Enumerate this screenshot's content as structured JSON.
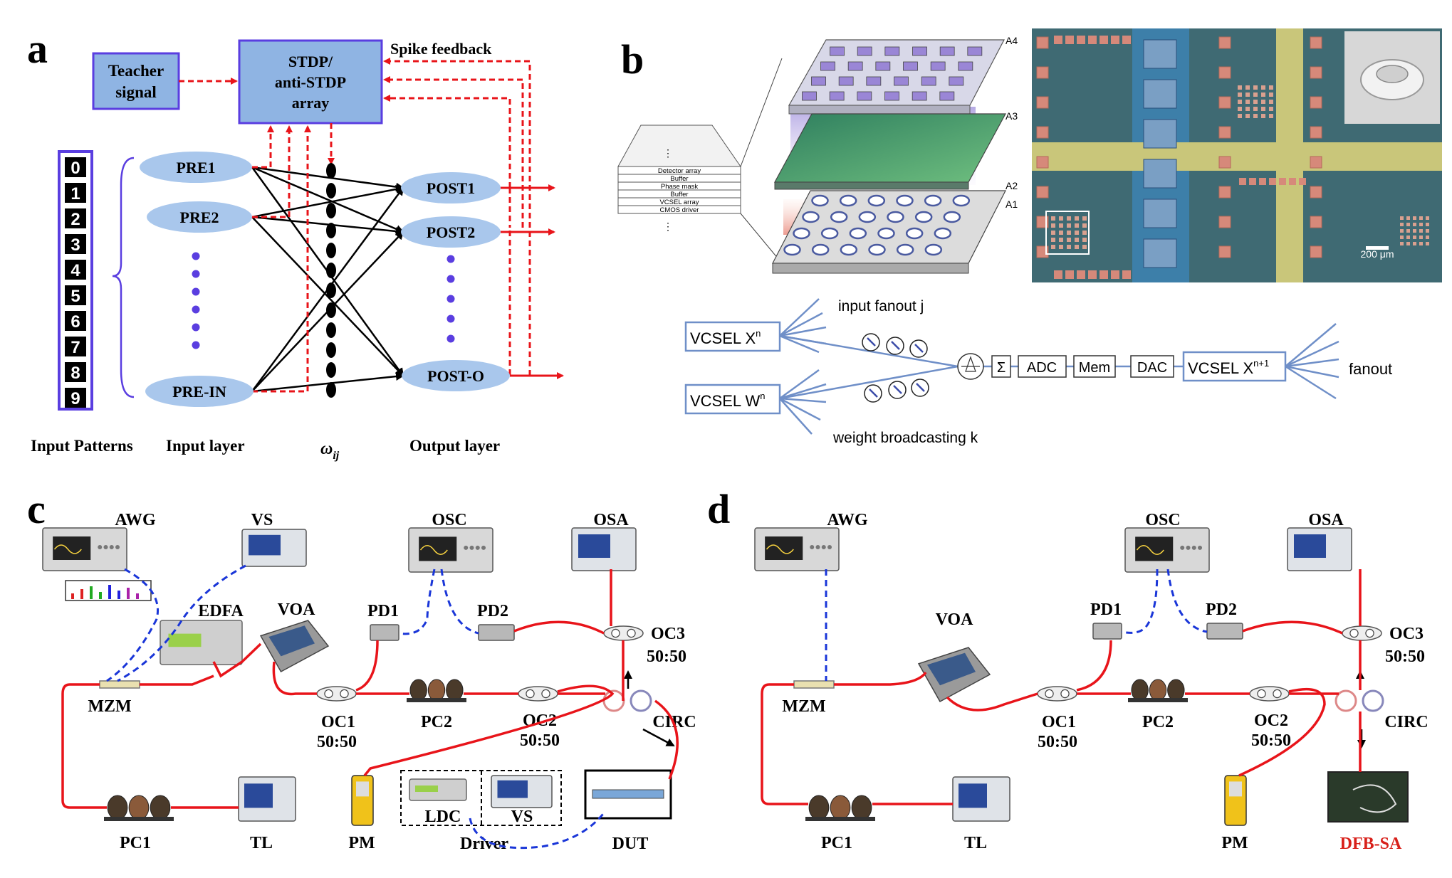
{
  "panels": {
    "a": {
      "letter": "a",
      "teacher": [
        "Teacher",
        "signal"
      ],
      "stdp": [
        "STDP/",
        "anti-STDP",
        "array"
      ],
      "spike_feedback": "Spike feedback",
      "digits": [
        "0",
        "1",
        "2",
        "3",
        "4",
        "5",
        "6",
        "7",
        "8",
        "9"
      ],
      "pre": [
        "PRE1",
        "PRE2",
        "PRE-IN"
      ],
      "post": [
        "POST1",
        "POST2",
        "POST-O"
      ],
      "labels": {
        "input_patterns": "Input Patterns",
        "input_layer": "Input layer",
        "weight": "ω",
        "weight_sub": "ij",
        "output_layer": "Output layer"
      }
    },
    "b": {
      "letter": "b",
      "stack_layers": [
        "Detector array",
        "Buffer",
        "Phase mask",
        "Buffer",
        "VCSEL array",
        "CMOS driver"
      ],
      "array_labels": [
        "A4",
        "A3",
        "A2",
        "A1"
      ],
      "scale_bar": "200 μm",
      "vcsel_x": "VCSEL X",
      "vcsel_x_sup": "n",
      "vcsel_w": "VCSEL W",
      "vcsel_w_sup": "n",
      "input_fanout": "input fanout j",
      "weight_broadcast": "weight broadcasting k",
      "sigma": "Σ",
      "adc": "ADC",
      "mem": "Mem",
      "dac": "DAC",
      "vcsel_out": "VCSEL X",
      "vcsel_out_sup": "n+1",
      "fanout": "fanout"
    },
    "c": {
      "letter": "c",
      "instruments": {
        "awg": "AWG",
        "vs": "VS",
        "edfa": "EDFA",
        "voa": "VOA",
        "osc": "OSC",
        "osa": "OSA",
        "pd1": "PD1",
        "pd2": "PD2",
        "oc3": "OC3",
        "oc3_ratio": "50:50",
        "mzm": "MZM",
        "oc1": "OC1",
        "oc1_ratio": "50:50",
        "pc2": "PC2",
        "oc2": "OC2",
        "oc2_ratio": "50:50",
        "circ": "CIRC",
        "pm": "PM",
        "ldc": "LDC",
        "vs2": "VS",
        "driver": "Driver",
        "dut": "DUT",
        "pc1": "PC1",
        "tl": "TL"
      }
    },
    "d": {
      "letter": "d",
      "instruments": {
        "awg": "AWG",
        "osc": "OSC",
        "osa": "OSA",
        "voa": "VOA",
        "pd1": "PD1",
        "pd2": "PD2",
        "oc3": "OC3",
        "oc3_ratio": "50:50",
        "mzm": "MZM",
        "oc1": "OC1",
        "oc1_ratio": "50:50",
        "pc2": "PC2",
        "oc2": "OC2",
        "oc2_ratio": "50:50",
        "circ": "CIRC",
        "pm": "PM",
        "dfb": "DFB-SA",
        "pc1": "PC1",
        "tl": "TL"
      }
    }
  },
  "colors": {
    "red": "#e8141a",
    "blue": "#1a36d8",
    "purple": "#4a3ad8",
    "box_fill": "#8fb4e3",
    "box_stroke": "#5a3ee0",
    "ellipse": "#a9c7ec",
    "diagram_blue": "#6f8fc8",
    "dfb_red": "#d8201a"
  }
}
